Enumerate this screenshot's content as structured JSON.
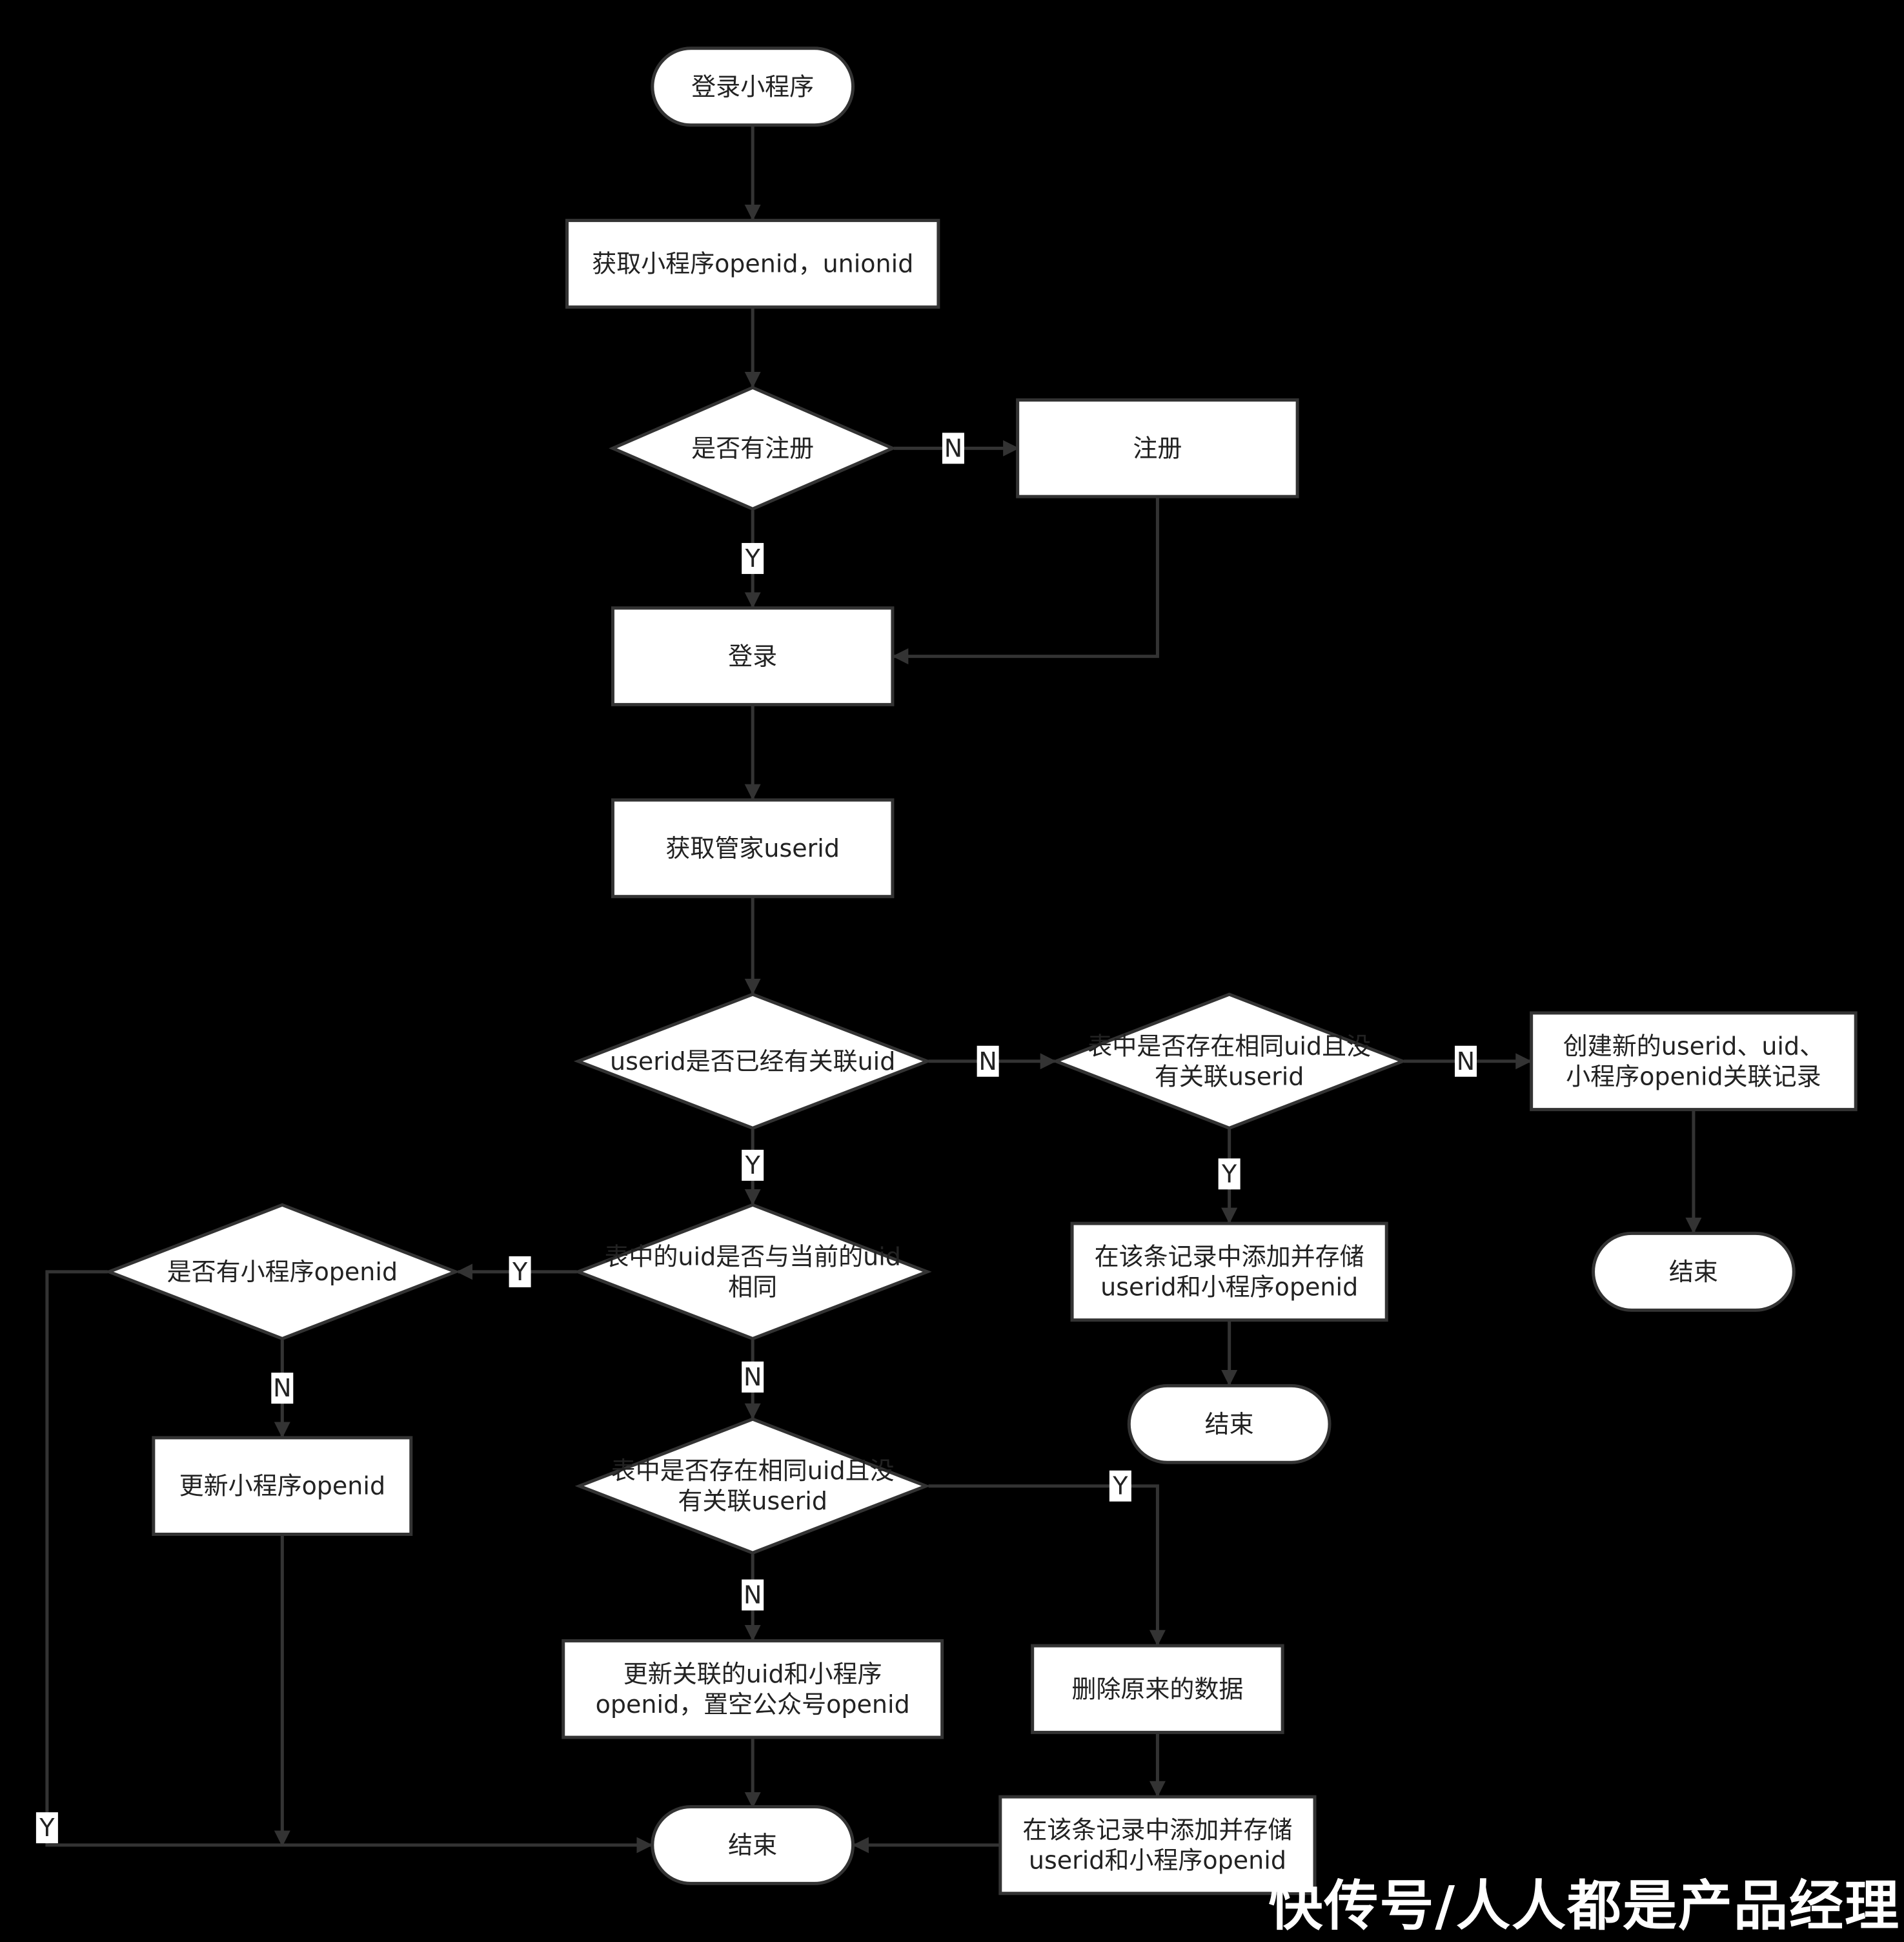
{
  "colors": {
    "background": "#000000",
    "node_fill": "#ffffff",
    "stroke": "#333333",
    "text": "#222222",
    "watermark": "#ffffff"
  },
  "nodes": {
    "start": {
      "shape": "terminal",
      "lines": [
        "登录小程序"
      ]
    },
    "get_openid": {
      "shape": "process",
      "lines": [
        "获取小程序openid，unionid"
      ]
    },
    "is_registered": {
      "shape": "decision",
      "lines": [
        "是否有注册"
      ]
    },
    "register": {
      "shape": "process",
      "lines": [
        "注册"
      ]
    },
    "login": {
      "shape": "process",
      "lines": [
        "登录"
      ]
    },
    "get_userid": {
      "shape": "process",
      "lines": [
        "获取管家userid"
      ]
    },
    "userid_has_uid": {
      "shape": "decision",
      "lines": [
        "userid是否已经有关联uid"
      ]
    },
    "same_uid_no_userid_right": {
      "shape": "decision",
      "lines": [
        "表中是否存在相同uid且没",
        "有关联userid"
      ]
    },
    "create_record": {
      "shape": "process",
      "lines": [
        "创建新的userid、uid、",
        "小程序openid关联记录"
      ]
    },
    "end_right": {
      "shape": "terminal",
      "lines": [
        "结束"
      ]
    },
    "add_store_mid": {
      "shape": "process",
      "lines": [
        "在该条记录中添加并存储",
        "userid和小程序openid"
      ]
    },
    "end_mid": {
      "shape": "terminal",
      "lines": [
        "结束"
      ]
    },
    "uid_equals_current": {
      "shape": "decision",
      "lines": [
        "表中的uid是否与当前的uid",
        "相同"
      ]
    },
    "has_openid": {
      "shape": "decision",
      "lines": [
        "是否有小程序openid"
      ]
    },
    "update_openid": {
      "shape": "process",
      "lines": [
        "更新小程序openid"
      ]
    },
    "same_uid_no_userid_center": {
      "shape": "decision",
      "lines": [
        "表中是否存在相同uid且没",
        "有关联userid"
      ]
    },
    "update_uid_openid": {
      "shape": "process",
      "lines": [
        "更新关联的uid和小程序",
        "openid，置空公众号openid"
      ]
    },
    "delete_data": {
      "shape": "process",
      "lines": [
        "删除原来的数据"
      ]
    },
    "add_store_bottom": {
      "shape": "process",
      "lines": [
        "在该条记录中添加并存储",
        "userid和小程序openid"
      ]
    },
    "end_main": {
      "shape": "terminal",
      "lines": [
        "结束"
      ]
    }
  },
  "edges": [
    {
      "from": "start",
      "to": "get_openid",
      "label": ""
    },
    {
      "from": "get_openid",
      "to": "is_registered",
      "label": ""
    },
    {
      "from": "is_registered",
      "to": "register",
      "label": "N"
    },
    {
      "from": "is_registered",
      "to": "login",
      "label": "Y"
    },
    {
      "from": "register",
      "to": "login",
      "label": ""
    },
    {
      "from": "login",
      "to": "get_userid",
      "label": ""
    },
    {
      "from": "get_userid",
      "to": "userid_has_uid",
      "label": ""
    },
    {
      "from": "userid_has_uid",
      "to": "same_uid_no_userid_right",
      "label": "N"
    },
    {
      "from": "same_uid_no_userid_right",
      "to": "create_record",
      "label": "N"
    },
    {
      "from": "create_record",
      "to": "end_right",
      "label": ""
    },
    {
      "from": "same_uid_no_userid_right",
      "to": "add_store_mid",
      "label": "Y"
    },
    {
      "from": "add_store_mid",
      "to": "end_mid",
      "label": ""
    },
    {
      "from": "userid_has_uid",
      "to": "uid_equals_current",
      "label": "Y"
    },
    {
      "from": "uid_equals_current",
      "to": "has_openid",
      "label": "Y"
    },
    {
      "from": "has_openid",
      "to": "update_openid",
      "label": "N"
    },
    {
      "from": "has_openid",
      "to": "end_main",
      "label": "Y"
    },
    {
      "from": "update_openid",
      "to": "end_main",
      "label": ""
    },
    {
      "from": "uid_equals_current",
      "to": "same_uid_no_userid_center",
      "label": "N"
    },
    {
      "from": "same_uid_no_userid_center",
      "to": "update_uid_openid",
      "label": "N"
    },
    {
      "from": "same_uid_no_userid_center",
      "to": "delete_data",
      "label": "Y"
    },
    {
      "from": "update_uid_openid",
      "to": "end_main",
      "label": ""
    },
    {
      "from": "delete_data",
      "to": "add_store_bottom",
      "label": ""
    },
    {
      "from": "add_store_bottom",
      "to": "end_main",
      "label": ""
    }
  ],
  "watermark": "快传号/人人都是产品经理"
}
